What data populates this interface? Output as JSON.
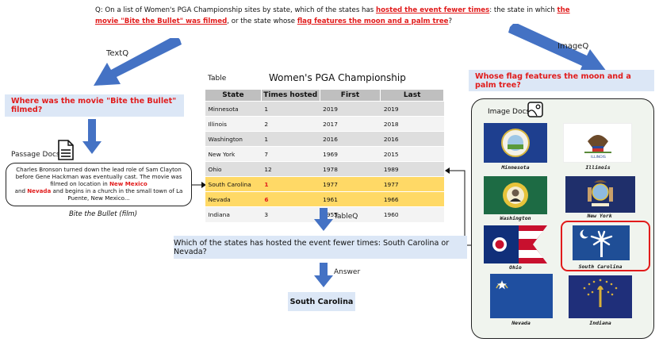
{
  "question": {
    "prefix": "Q: On a list of Women's PGA Championship sites by state, which of the states has ",
    "hl1": "hosted the event fewer times",
    "mid1": ": the state in which ",
    "hl2": "the movie \"Bite the Bullet\" was filmed",
    "mid2": ", or the state whose ",
    "hl3": "flag features the moon and a palm tree",
    "suffix": "?"
  },
  "labels": {
    "textq": "TextQ",
    "imageq": "ImageQ",
    "tableq": "TableQ",
    "answer_label": "Answer",
    "passage_docs": "Passage Docs",
    "image_docs": "Image Docs",
    "table": "Table"
  },
  "text_subq": "Where was the movie \"Bite the Bullet\" filmed?",
  "image_subq": "Whose flag features the moon and a palm tree?",
  "passage": {
    "p1": "Charles Bronson turned down the lead role of Sam Clayton before Gene Hackman was eventually cast. The movie was filmed on location in ",
    "nm": "New Mexico",
    "p2": " and ",
    "nv": "Nevada",
    "p3": " and begins in a church in the small town of La Puente, New Mexico..."
  },
  "passage_caption": "Bite the Bullet (film)",
  "table": {
    "title": "Women's PGA Championship",
    "headers": [
      "State",
      "Times hosted",
      "First",
      "Last"
    ],
    "rows": [
      [
        "Minnesota",
        "1",
        "2019",
        "2019"
      ],
      [
        "Illinois",
        "2",
        "2017",
        "2018"
      ],
      [
        "Washington",
        "1",
        "2016",
        "2016"
      ],
      [
        "New York",
        "7",
        "1969",
        "2015"
      ],
      [
        "Ohio",
        "12",
        "1978",
        "1989"
      ],
      [
        "South Carolina",
        "1",
        "1977",
        "1977"
      ],
      [
        "Nevada",
        "6",
        "1961",
        "1966"
      ],
      [
        "Indiana",
        "3",
        "1955",
        "1960"
      ]
    ]
  },
  "table_subq": "Which of the states has hosted the event fewer times: South Carolina or Nevada?",
  "answer": "South Carolina",
  "flags": {
    "minnesota": "Minnesota",
    "illinois": "Illinois",
    "illinois_banner": "ILLINOIS",
    "washington": "Washington",
    "new_york": "New York",
    "ohio": "Ohio",
    "south_carolina": "South Carolina",
    "nevada": "Nevada",
    "indiana": "Indiana"
  },
  "colors": {
    "arrow": "#4472c4",
    "highlight": "#e11b1b",
    "subq_bg": "#dce7f6",
    "row_highlight": "#ffd966"
  }
}
